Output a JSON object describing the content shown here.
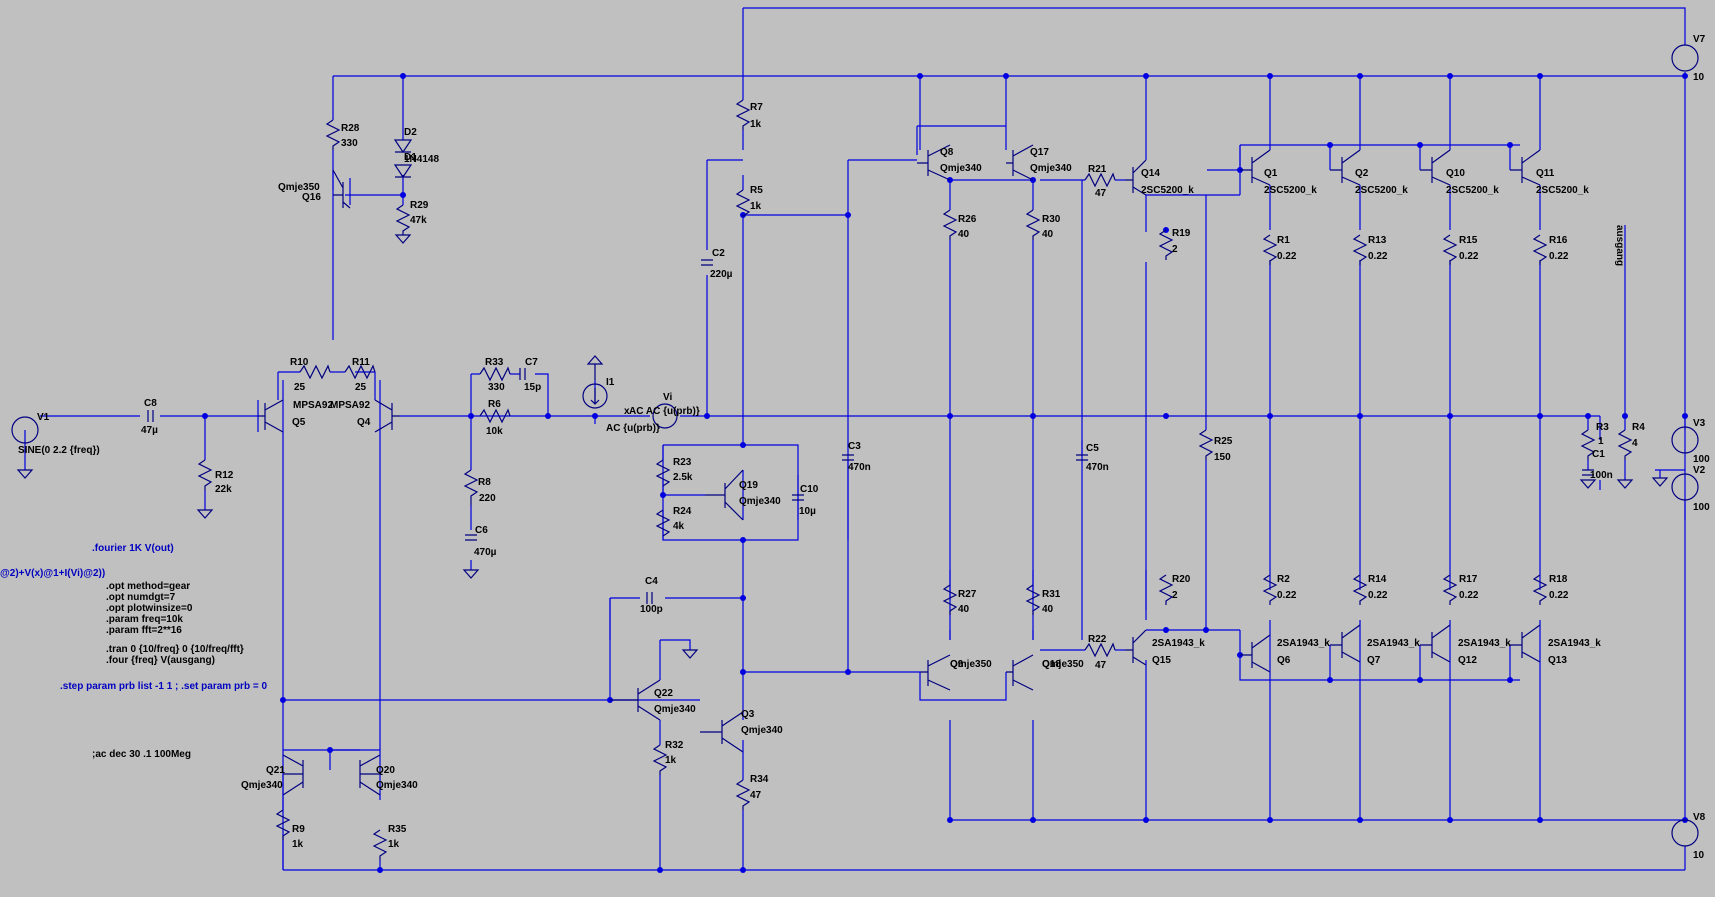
{
  "components": [
    {
      "id": "V1",
      "label": "V1",
      "value": "SINE(0 2.2 {freq})"
    },
    {
      "id": "C8",
      "label": "C8",
      "value": "47µ"
    },
    {
      "id": "R12",
      "label": "R12",
      "value": "22k"
    },
    {
      "id": "R28",
      "label": "R28",
      "value": "330"
    },
    {
      "id": "D2",
      "label": "D2",
      "value": "1N4148"
    },
    {
      "id": "D1",
      "label": "D1",
      "value": "1N4148"
    },
    {
      "id": "Q16",
      "label": "Q16",
      "value": "Qmje350"
    },
    {
      "id": "R29",
      "label": "R29",
      "value": "47k"
    },
    {
      "id": "R10",
      "label": "R10",
      "value": "25"
    },
    {
      "id": "R11",
      "label": "R11",
      "value": "25"
    },
    {
      "id": "Q5",
      "label": "Q5",
      "value": "MPSA92"
    },
    {
      "id": "Q4",
      "label": "Q4",
      "value": "MPSA92"
    },
    {
      "id": "R33",
      "label": "R33",
      "value": "330"
    },
    {
      "id": "C7",
      "label": "C7",
      "value": "15p"
    },
    {
      "id": "R6",
      "label": "R6",
      "value": "10k"
    },
    {
      "id": "R8",
      "label": "R8",
      "value": "220"
    },
    {
      "id": "C6",
      "label": "C6",
      "value": "470µ"
    },
    {
      "id": "I1",
      "label": "I1",
      "value": "AC AC {u(prb)}"
    },
    {
      "id": "Vi",
      "label": "Vi",
      "value": "AC {u(prb)}"
    },
    {
      "id": "R7",
      "label": "R7",
      "value": "1k"
    },
    {
      "id": "R5",
      "label": "R5",
      "value": "1k"
    },
    {
      "id": "C2",
      "label": "C2",
      "value": "220µ"
    },
    {
      "id": "R23",
      "label": "R23",
      "value": "2.5k"
    },
    {
      "id": "R24",
      "label": "R24",
      "value": "4k"
    },
    {
      "id": "Q19",
      "label": "Q19",
      "value": "Qmje340"
    },
    {
      "id": "C10",
      "label": "C10",
      "value": "10µ"
    },
    {
      "id": "C3",
      "label": "C3",
      "value": "470n"
    },
    {
      "id": "C4",
      "label": "C4",
      "value": "100p"
    },
    {
      "id": "Q22",
      "label": "Q22",
      "value": "Qmje340"
    },
    {
      "id": "Q3",
      "label": "Q3",
      "value": "Qmje340"
    },
    {
      "id": "R32",
      "label": "R32",
      "value": "1k"
    },
    {
      "id": "R34",
      "label": "R34",
      "value": "47"
    },
    {
      "id": "Q21",
      "label": "Q21",
      "value": "Qmje340"
    },
    {
      "id": "Q20",
      "label": "Q20",
      "value": "Qmje340"
    },
    {
      "id": "R9",
      "label": "R9",
      "value": "1k"
    },
    {
      "id": "R35",
      "label": "R35",
      "value": "1k"
    },
    {
      "id": "Q8",
      "label": "Q8",
      "value": "Qmje340"
    },
    {
      "id": "Q17",
      "label": "Q17",
      "value": "Qmje340"
    },
    {
      "id": "R26",
      "label": "R26",
      "value": "40"
    },
    {
      "id": "R30",
      "label": "R30",
      "value": "40"
    },
    {
      "id": "R27",
      "label": "R27",
      "value": "40"
    },
    {
      "id": "R31",
      "label": "R31",
      "value": "40"
    },
    {
      "id": "Q9",
      "label": "Q9",
      "value": "Qmje350"
    },
    {
      "id": "Q18",
      "label": "Q18",
      "value": "Qmje350"
    },
    {
      "id": "R21",
      "label": "R21",
      "value": "47"
    },
    {
      "id": "R22",
      "label": "R22",
      "value": "47"
    },
    {
      "id": "C5",
      "label": "C5",
      "value": "470n"
    },
    {
      "id": "Q14",
      "label": "Q14",
      "value": "2SC5200_k"
    },
    {
      "id": "Q15",
      "label": "Q15",
      "value": "2SA1943_k"
    },
    {
      "id": "R19",
      "label": "R19",
      "value": "2"
    },
    {
      "id": "R20",
      "label": "R20",
      "value": "2"
    },
    {
      "id": "R25",
      "label": "R25",
      "value": "150"
    },
    {
      "id": "Q1",
      "label": "Q1",
      "value": "2SC5200_k"
    },
    {
      "id": "Q2",
      "label": "Q2",
      "value": "2SC5200_k"
    },
    {
      "id": "Q10",
      "label": "Q10",
      "value": "2SC5200_k"
    },
    {
      "id": "Q11",
      "label": "Q11",
      "value": "2SC5200_k"
    },
    {
      "id": "Q6",
      "label": "Q6",
      "value": "2SA1943_k"
    },
    {
      "id": "Q7",
      "label": "Q7",
      "value": "2SA1943_k"
    },
    {
      "id": "Q12",
      "label": "Q12",
      "value": "2SA1943_k"
    },
    {
      "id": "Q13",
      "label": "Q13",
      "value": "2SA1943_k"
    },
    {
      "id": "R1",
      "label": "R1",
      "value": "0.22"
    },
    {
      "id": "R13",
      "label": "R13",
      "value": "0.22"
    },
    {
      "id": "R15",
      "label": "R15",
      "value": "0.22"
    },
    {
      "id": "R16",
      "label": "R16",
      "value": "0.22"
    },
    {
      "id": "R2",
      "label": "R2",
      "value": "0.22"
    },
    {
      "id": "R14",
      "label": "R14",
      "value": "0.22"
    },
    {
      "id": "R17",
      "label": "R17",
      "value": "0.22"
    },
    {
      "id": "R18",
      "label": "R18",
      "value": "0.22"
    },
    {
      "id": "R3",
      "label": "R3",
      "value": "1"
    },
    {
      "id": "C1",
      "label": "C1",
      "value": "100n"
    },
    {
      "id": "R4",
      "label": "R4",
      "value": "4"
    },
    {
      "id": "V7",
      "label": "V7",
      "value": "10"
    },
    {
      "id": "V3",
      "label": "V3",
      "value": "100"
    },
    {
      "id": "V2",
      "label": "V2",
      "value": "100"
    },
    {
      "id": "V8",
      "label": "V8",
      "value": "10"
    }
  ],
  "net_labels": {
    "x": "x",
    "ausgang": "ausgang"
  },
  "directives": [
    ".fourier 1K V(out)",
    "@2)+V(x)@1+I(Vi)@2))",
    ".opt method=gear",
    ".opt numdgt=7",
    ".opt plotwinsize=0",
    ".param freq=10k",
    ".param fft=2**16",
    ".tran 0 {10/freq} 0 {10/freq/fft}",
    ".four {freq} V(ausgang)",
    ".step param prb list -1 1 ; .set param prb = 0",
    ";ac dec 30 .1 100Meg"
  ],
  "colors": {
    "background": "#c0c0c0",
    "wire": "#0000e0",
    "symbol": "#000080",
    "directive": "#0000c0"
  }
}
